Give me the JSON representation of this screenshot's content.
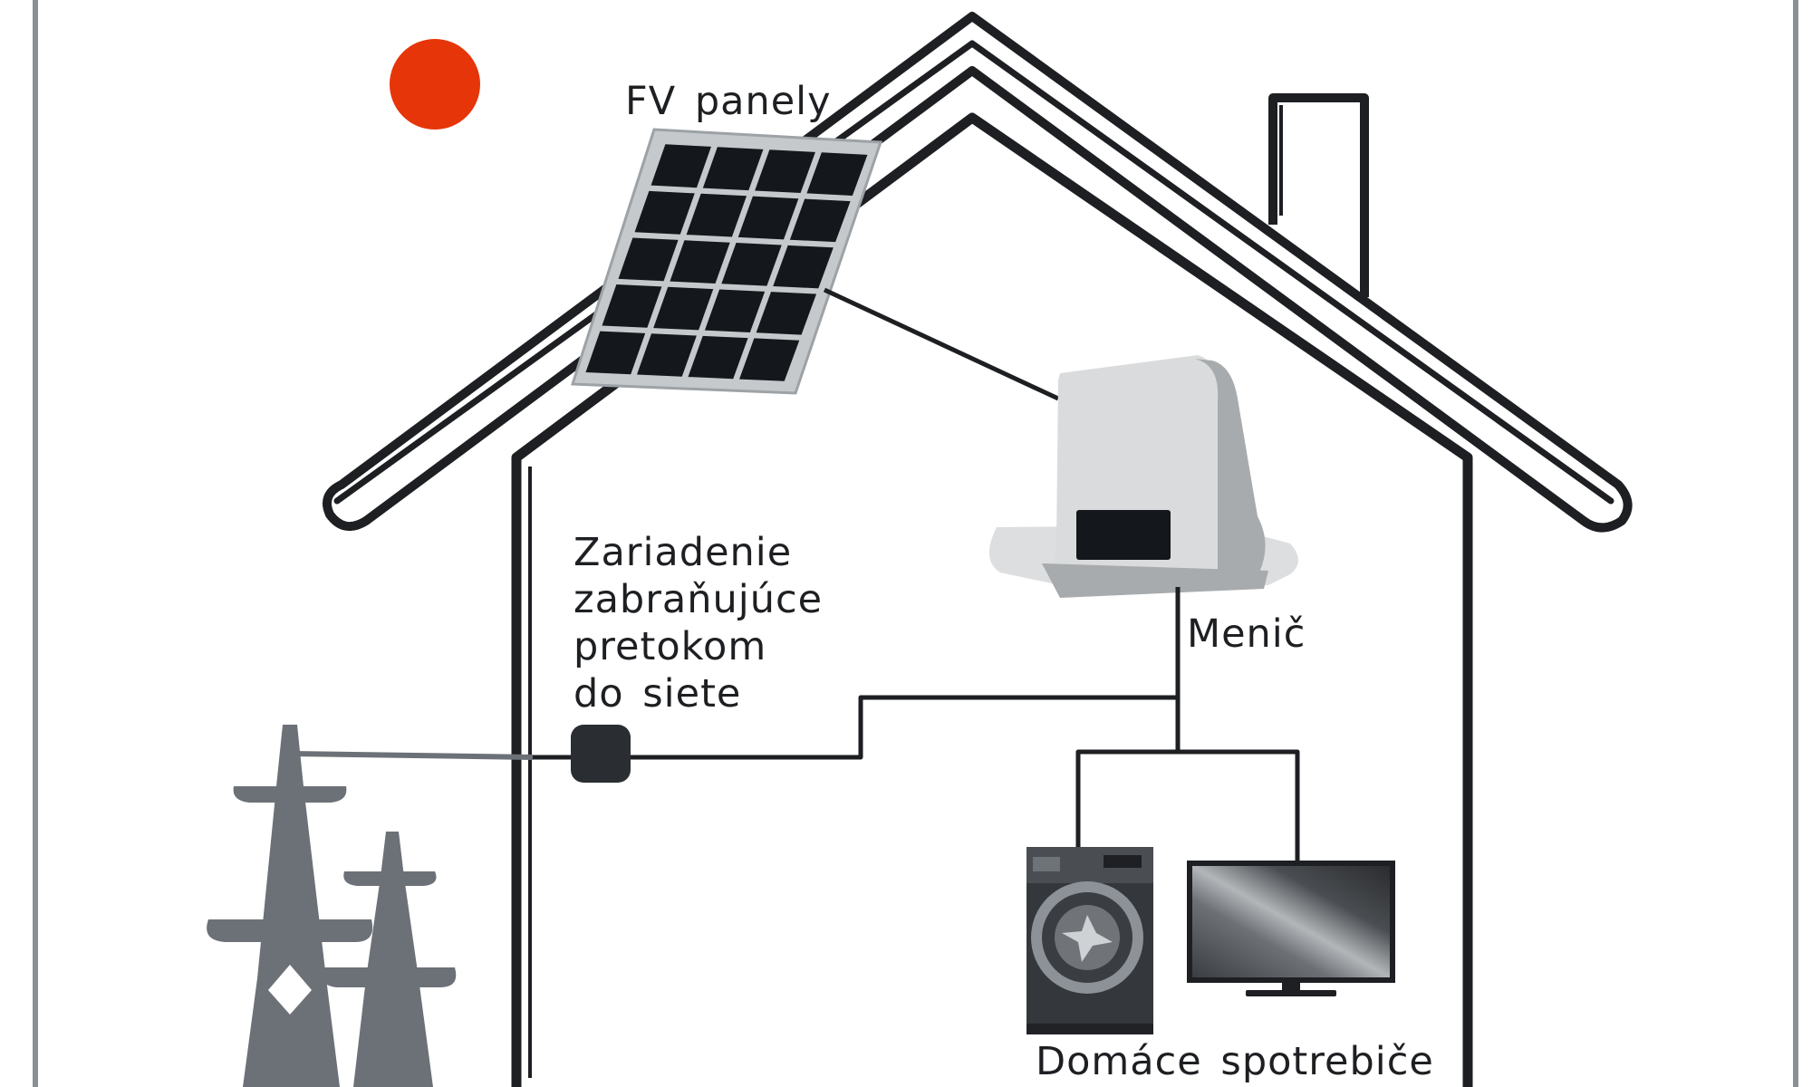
{
  "labels": {
    "pv_panels": "FV panely",
    "export_limiter": [
      "Zariadenie",
      "zabraňujúce",
      "pretokom",
      "do siete"
    ],
    "inverter": "Menič",
    "appliances": "Domáce spotrebiče"
  },
  "icons": {
    "sun": "sun-icon",
    "solar_panel": "solar-panel-icon",
    "inverter": "inverter-icon",
    "export_limiter": "export-limiter-device-icon",
    "pylons": "power-pylon-icon",
    "washing_machine": "washing-machine-icon",
    "tv": "television-icon"
  },
  "colors": {
    "sun": "#e63508",
    "outline": "#1d1f22",
    "frame": "#8a9096",
    "pylon": "#6c7177",
    "inverter_body": "#d9dbdc",
    "inverter_shadow": "#a8abad",
    "panel_frame": "#c5c9cc",
    "panel_cell": "#14171b"
  }
}
